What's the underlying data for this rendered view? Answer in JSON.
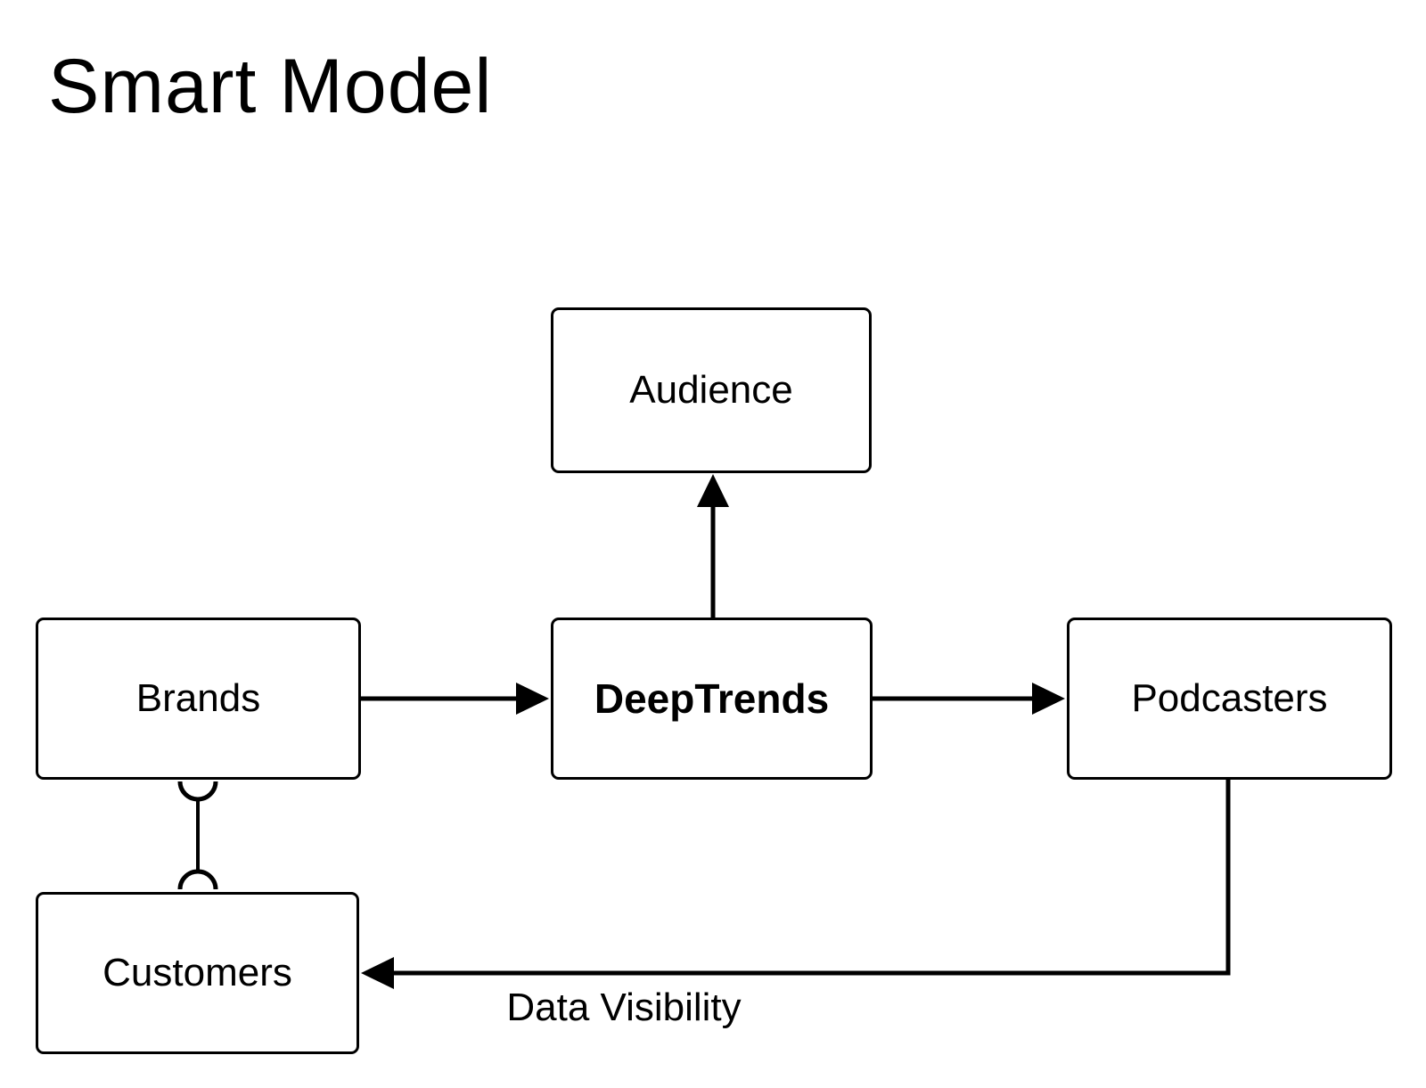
{
  "page": {
    "title": "Smart Model"
  },
  "colors": {
    "ink": "#000000",
    "background": "#ffffff"
  },
  "diagram": {
    "nodes": [
      {
        "id": "audience",
        "label": "Audience"
      },
      {
        "id": "brands",
        "label": "Brands"
      },
      {
        "id": "deeptrends",
        "label": "DeepTrends",
        "emphasis": "bold"
      },
      {
        "id": "podcasters",
        "label": "Podcasters"
      },
      {
        "id": "customers",
        "label": "Customers"
      }
    ],
    "edges": [
      {
        "from": "brands",
        "to": "deeptrends",
        "type": "arrow",
        "label": ""
      },
      {
        "from": "deeptrends",
        "to": "podcasters",
        "type": "arrow",
        "label": ""
      },
      {
        "from": "deeptrends",
        "to": "audience",
        "type": "arrow",
        "label": ""
      },
      {
        "from": "podcasters",
        "to": "customers",
        "type": "elbow-arrow",
        "label": "Data Visibility"
      },
      {
        "from": "brands",
        "to": "customers",
        "type": "arc-capped-line",
        "label": ""
      }
    ]
  }
}
